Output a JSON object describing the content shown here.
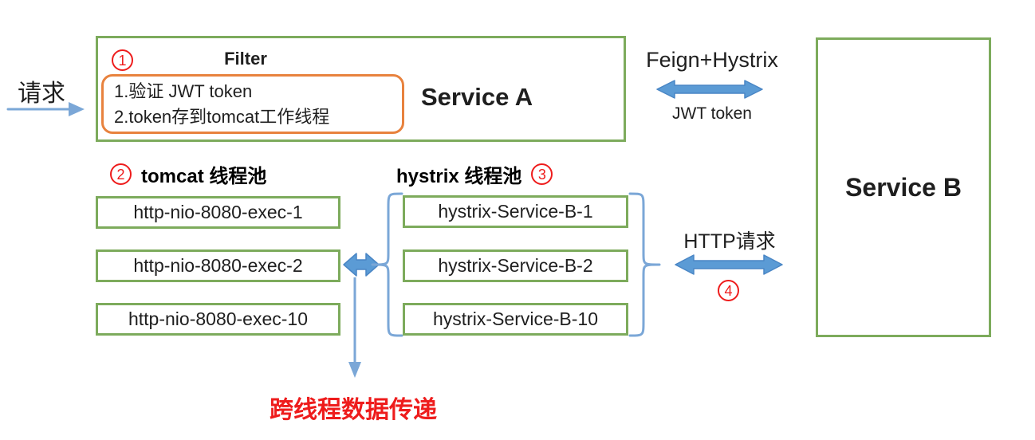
{
  "colors": {
    "pool_border_green": "#7dab5c",
    "filter_border_orange": "#e8823e",
    "arrow_blue": "#5b9bd5",
    "thin_line_blue": "#7ba7d7",
    "accent_red": "#ee1c1c"
  },
  "request": {
    "label": "请求"
  },
  "service_a": {
    "step_badge": "1",
    "filter_title": "Filter",
    "filter_lines": {
      "0": "1.验证 JWT token",
      "1": "2.token存到tomcat工作线程"
    },
    "name": "Service A"
  },
  "feign_link": {
    "title": "Feign+Hystrix",
    "subtitle": "JWT token"
  },
  "service_b": {
    "name": "Service B"
  },
  "tomcat_pool": {
    "step_badge": "2",
    "title": "tomcat 线程池",
    "threads": {
      "0": "http-nio-8080-exec-1",
      "1": "http-nio-8080-exec-2",
      "2": "http-nio-8080-exec-10"
    }
  },
  "hystrix_pool": {
    "step_badge": "3",
    "title": "hystrix 线程池",
    "threads": {
      "0": "hystrix-Service-B-1",
      "1": "hystrix-Service-B-2",
      "2": "hystrix-Service-B-10"
    }
  },
  "http_link": {
    "title": "HTTP请求",
    "step_badge": "4"
  },
  "cross_thread_note": {
    "label": "跨线程数据传递"
  }
}
